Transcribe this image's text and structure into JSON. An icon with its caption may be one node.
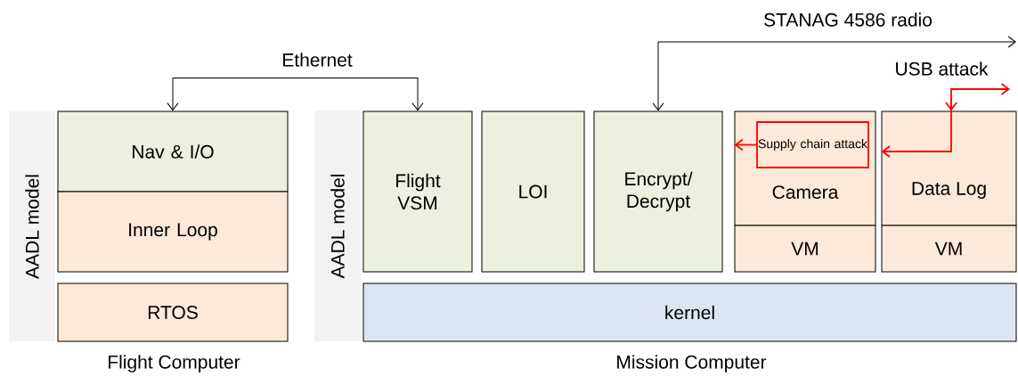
{
  "diagram": {
    "nodes": [
      {
        "text": [
          "AADL model"
        ]
      },
      {
        "text": [
          "Nav & I/O"
        ]
      },
      {
        "text": [
          "Inner Loop"
        ]
      },
      {
        "text": [
          "RTOS"
        ]
      },
      {
        "text": [
          "AADL model"
        ]
      },
      {
        "text": [
          "Flight VSM"
        ]
      },
      {
        "text": [
          "LOI"
        ]
      },
      {
        "text": [
          "Encrypt/ Decrypt"
        ]
      },
      {
        "text": [
          "Camera"
        ]
      },
      {
        "text": [
          "VM"
        ]
      },
      {
        "text": [
          "Data Log"
        ]
      },
      {
        "text": [
          "VM"
        ]
      },
      {
        "text": [
          "kernel"
        ]
      },
      {
        "text": [
          "Supply chain attack"
        ],
        "in": 8
      }
    ],
    "edges": [
      {
        "from": 1,
        "to": 5,
        "arrow": "both",
        "label": "Ethernet"
      },
      {
        "from": 7,
        "to": null,
        "arrow": "both",
        "label": "STANAG 4586 radio"
      },
      {
        "from": null,
        "to": 10,
        "arrow": "both",
        "label": "USB attack",
        "color": "#ff0000"
      },
      {
        "from": 13,
        "to": 8,
        "arrow": "to",
        "color": "#ff0000"
      }
    ],
    "labels": [
      "Flight Computer",
      "Mission Computer"
    ]
  }
}
